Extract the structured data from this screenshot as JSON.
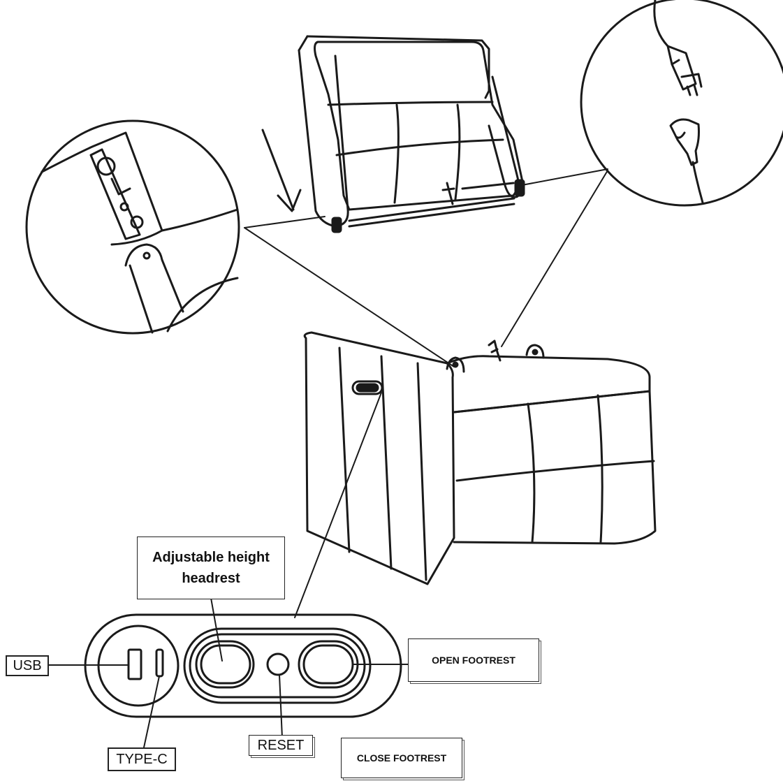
{
  "labels": {
    "headrest": "Adjustable height headrest",
    "usb": "USB",
    "type_c": "TYPE-C",
    "reset": "RESET",
    "open_footrest": "OPEN FOOTREST",
    "close_footrest": "CLOSE FOOTREST"
  },
  "colors": {
    "ink": "#1a1a1a",
    "background": "#ffffff"
  }
}
